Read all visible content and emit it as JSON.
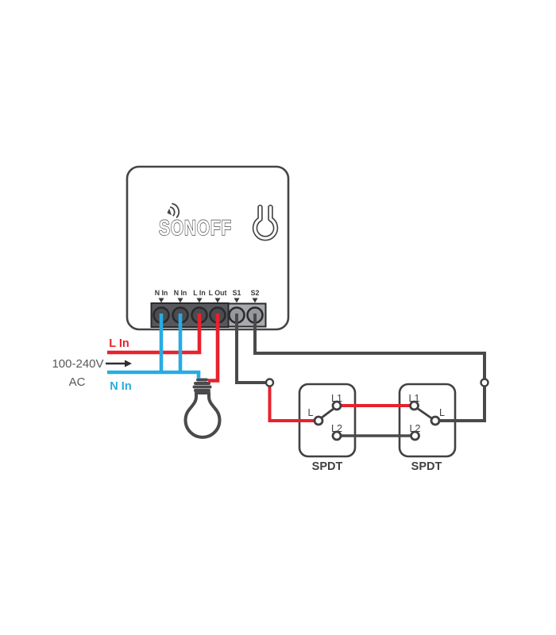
{
  "device": {
    "brand": "SONOFF",
    "terminals": [
      {
        "label": "N In",
        "wire_color": "#29abe2"
      },
      {
        "label": "N In",
        "wire_color": "#29abe2"
      },
      {
        "label": "L In",
        "wire_color": "#e8212b"
      },
      {
        "label": "L Out",
        "wire_color": "#e8212b"
      },
      {
        "label": "S1",
        "wire_color": "#4a4a4d"
      },
      {
        "label": "S2",
        "wire_color": "#4a4a4d"
      }
    ]
  },
  "source": {
    "live_label": "L In",
    "voltage": "100-240V",
    "ac_label": "AC",
    "neutral_label": "N In"
  },
  "switches": [
    {
      "caption": "SPDT",
      "l1": "L1",
      "l": "L",
      "l2": "L2"
    },
    {
      "caption": "SPDT",
      "l1": "L1",
      "l": "L",
      "l2": "L2"
    }
  ],
  "colors": {
    "live": "#e8212b",
    "neutral": "#29abe2",
    "wire": "#4a4a4d",
    "outline": "#454547",
    "block_dark": "#57585b",
    "block_light": "#a7a9ac",
    "text": "#414042"
  }
}
